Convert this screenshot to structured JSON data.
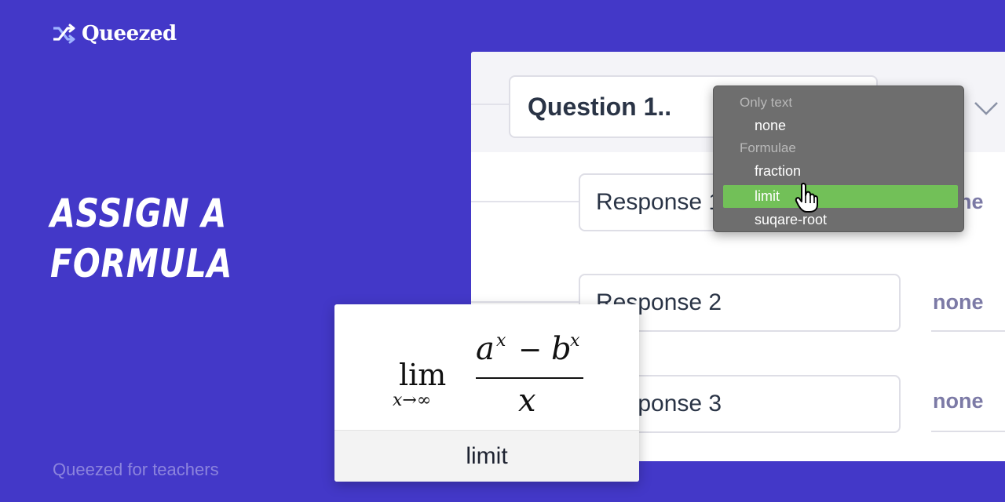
{
  "brand": {
    "name": "Queezed",
    "icon": "shuffle-arrows-icon"
  },
  "headline": {
    "line1": "ASSIGN A",
    "line2": "FORMULA"
  },
  "footer": {
    "text": "Queezed for teachers"
  },
  "question": {
    "title": "Question 1.."
  },
  "responses": [
    {
      "label": "Response 1",
      "type": "none"
    },
    {
      "label": "Response 2",
      "type": "none"
    },
    {
      "label": "Response 3",
      "type": "none"
    }
  ],
  "dropdown": {
    "groups": [
      {
        "label": "Only text",
        "options": [
          "none"
        ]
      },
      {
        "label": "Formulae",
        "options": [
          "fraction",
          "limit",
          "suqare-root"
        ]
      }
    ],
    "selected": "limit"
  },
  "formula_preview": {
    "operator": "lim",
    "subscript": "x→∞",
    "numerator_a": "a",
    "numerator_a_exp": "x",
    "minus": "−",
    "numerator_b": "b",
    "numerator_b_exp": "x",
    "denominator": "x",
    "name": "limit"
  },
  "colors": {
    "background": "#4338c8",
    "selected_option": "#72c058",
    "dropdown_bg": "#6e6e6e",
    "tag_text": "#7c7aa6"
  }
}
